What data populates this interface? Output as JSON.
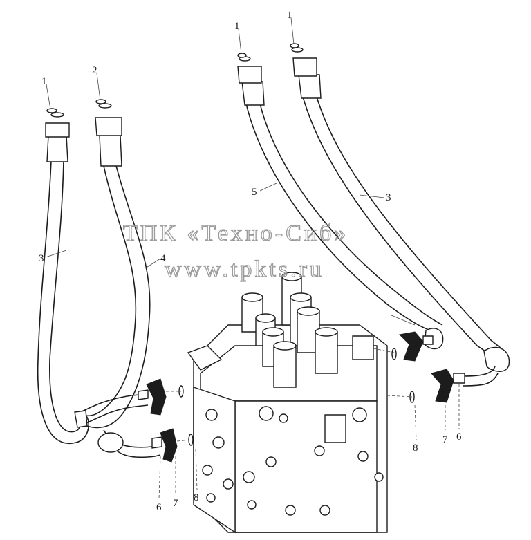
{
  "watermark": {
    "line1": "ТПК «Техно-Сиб»",
    "line2": "www.tpkts.ru"
  },
  "callouts": [
    {
      "id": "c1",
      "label": "1"
    },
    {
      "id": "c2",
      "label": "2"
    },
    {
      "id": "c3",
      "label": "1"
    },
    {
      "id": "c4",
      "label": "1"
    },
    {
      "id": "c5",
      "label": "5"
    },
    {
      "id": "c6",
      "label": "3"
    },
    {
      "id": "c7",
      "label": "3"
    },
    {
      "id": "c8",
      "label": "4"
    },
    {
      "id": "c9",
      "label": "6"
    },
    {
      "id": "c10",
      "label": "7"
    },
    {
      "id": "c11",
      "label": "8"
    },
    {
      "id": "c12",
      "label": "8"
    },
    {
      "id": "c13",
      "label": "7"
    },
    {
      "id": "c14",
      "label": "6"
    }
  ],
  "colors": {
    "line": "#1c1c1c",
    "watermark": "#9a9a9a",
    "background": "#ffffff"
  }
}
